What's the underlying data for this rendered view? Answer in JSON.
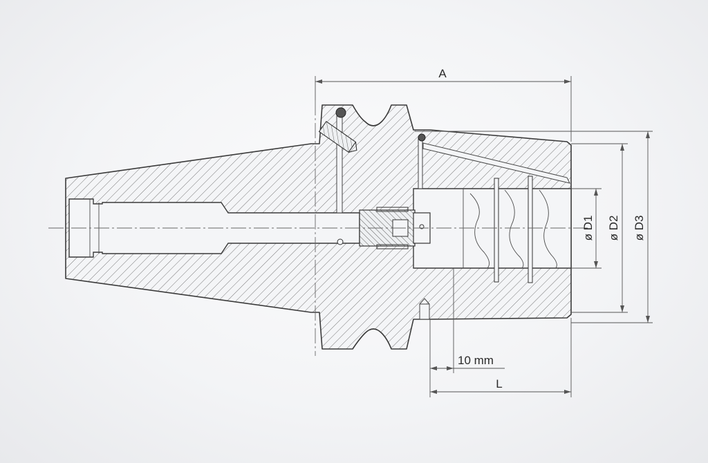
{
  "dimensions": {
    "a_label": "A",
    "d1_label": "ø D1",
    "d2_label": "ø D2",
    "d3_label": "ø D3",
    "offset_label": "10 mm",
    "l_label": "L"
  }
}
